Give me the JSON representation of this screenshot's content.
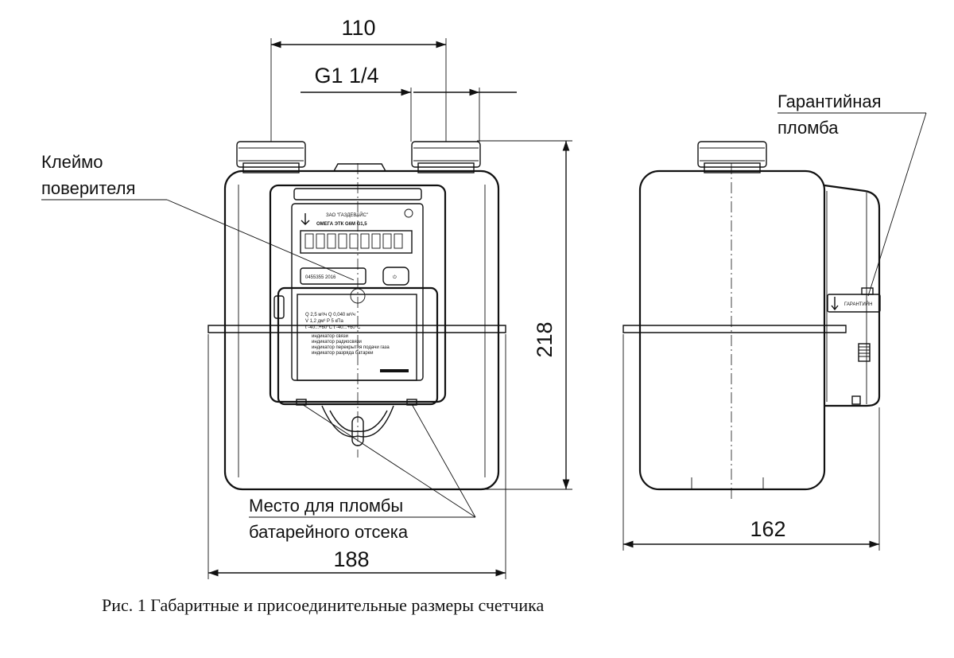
{
  "dimensions": {
    "top_width": "110",
    "thread": "G1 1/4",
    "height": "218",
    "width_front": "188",
    "depth_side": "162"
  },
  "labels": {
    "verifier_mark_line1": "Клеймо",
    "verifier_mark_line2": "поверителя",
    "warranty_seal_line1": "Гарантийная",
    "warranty_seal_line2": "пломба",
    "battery_seal_line1": "Место для пломбы",
    "battery_seal_line2": "батарейного отсека"
  },
  "caption": "Рис. 1 Габаритные и присоединительные размеры счетчика"
}
